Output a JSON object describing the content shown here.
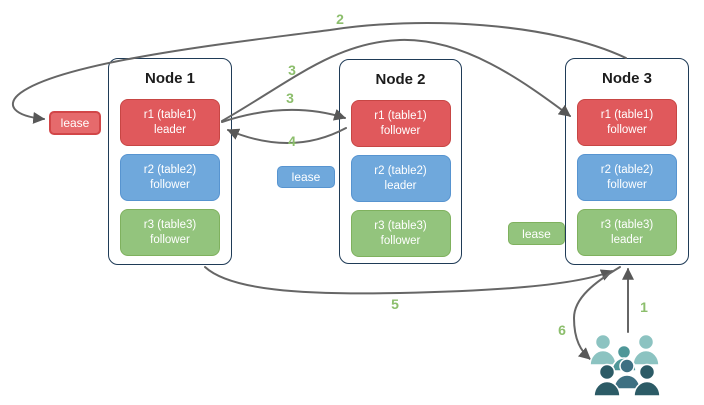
{
  "diagram": {
    "nodes": [
      {
        "title": "Node 1",
        "replicas": [
          {
            "name": "r1 (table1)",
            "role": "leader",
            "color": "red"
          },
          {
            "name": "r2 (table2)",
            "role": "follower",
            "color": "blue"
          },
          {
            "name": "r3 (table3)",
            "role": "follower",
            "color": "green"
          }
        ]
      },
      {
        "title": "Node 2",
        "replicas": [
          {
            "name": "r1 (table1)",
            "role": "follower",
            "color": "red"
          },
          {
            "name": "r2 (table2)",
            "role": "leader",
            "color": "blue"
          },
          {
            "name": "r3 (table3)",
            "role": "follower",
            "color": "green"
          }
        ]
      },
      {
        "title": "Node 3",
        "replicas": [
          {
            "name": "r1 (table1)",
            "role": "follower",
            "color": "red"
          },
          {
            "name": "r2 (table2)",
            "role": "follower",
            "color": "blue"
          },
          {
            "name": "r3 (table3)",
            "role": "leader",
            "color": "green"
          }
        ]
      }
    ],
    "leases": [
      {
        "label": "lease",
        "color": "red"
      },
      {
        "label": "lease",
        "color": "blue"
      },
      {
        "label": "lease",
        "color": "green"
      }
    ],
    "steps": {
      "s1": "1",
      "s2": "2",
      "s3a": "3",
      "s3b": "3",
      "s4": "4",
      "s5": "5",
      "s6": "6"
    },
    "colors": {
      "replica_red": "#E0595C",
      "replica_blue": "#6FA8DC",
      "replica_green": "#93C47D",
      "node_border": "#1F3B57",
      "arrow_gray": "#666666",
      "step_label_green": "#8CBE6C",
      "users_light_teal": "#8CC3C1",
      "users_mid_teal": "#4E9798",
      "users_front_center": "#3E7082",
      "users_dark_teal": "#2C5B66",
      "background": "#FFFFFF"
    }
  }
}
